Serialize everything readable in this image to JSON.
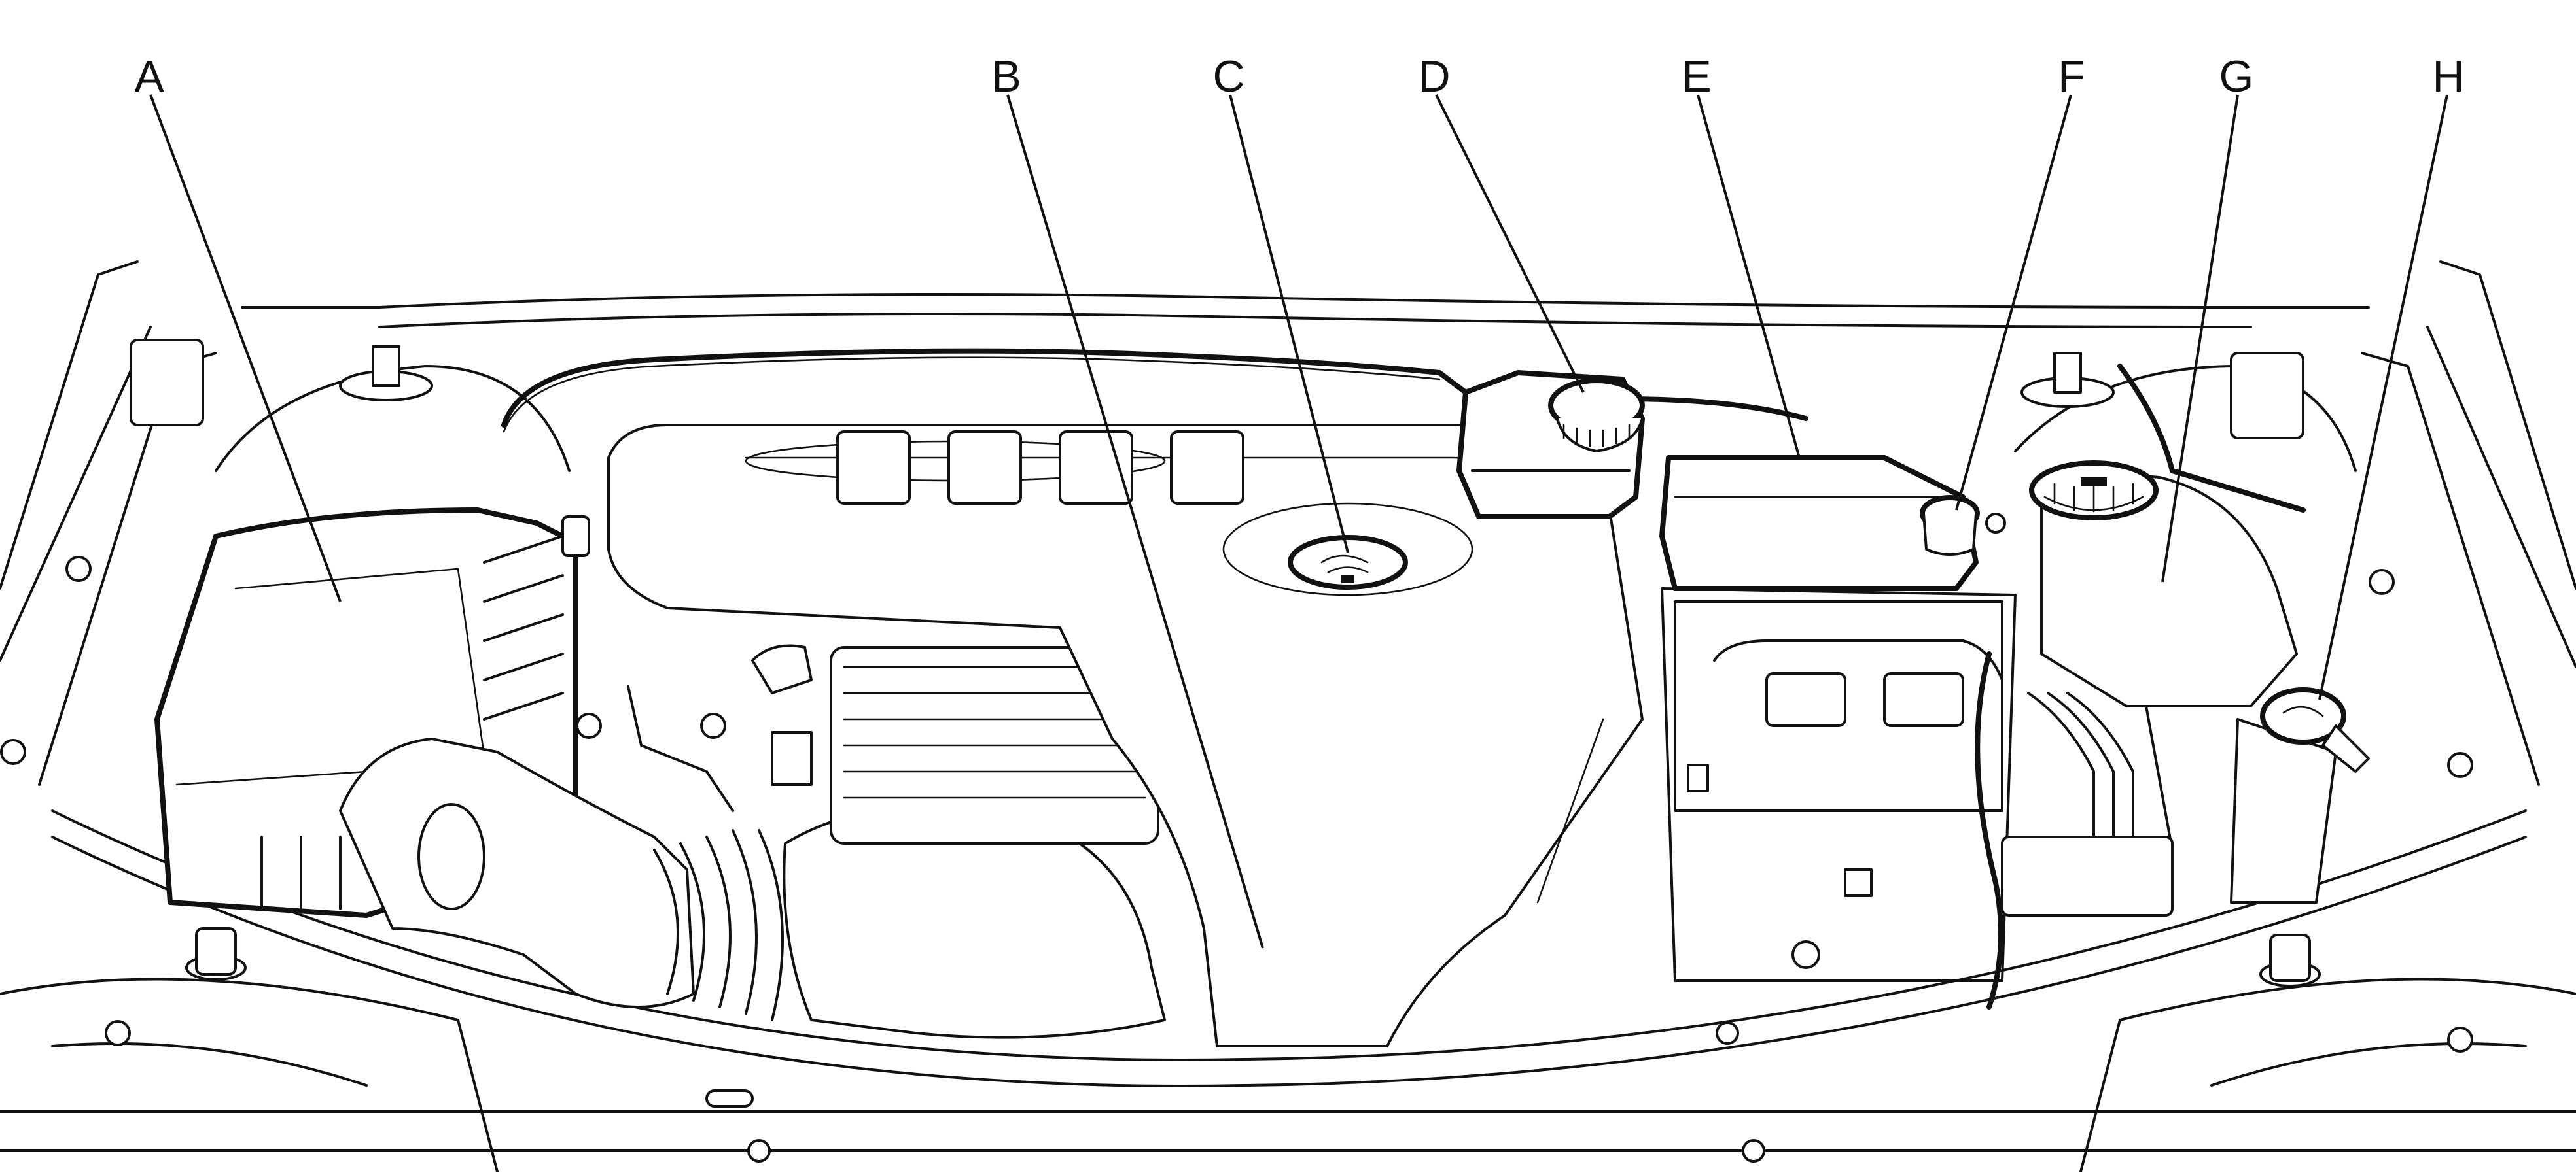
{
  "callouts": [
    {
      "id": "a",
      "label": "A"
    },
    {
      "id": "b",
      "label": "B"
    },
    {
      "id": "c",
      "label": "C"
    },
    {
      "id": "d",
      "label": "D"
    },
    {
      "id": "e",
      "label": "E"
    },
    {
      "id": "f",
      "label": "F"
    },
    {
      "id": "g",
      "label": "G"
    },
    {
      "id": "h",
      "label": "H"
    }
  ]
}
